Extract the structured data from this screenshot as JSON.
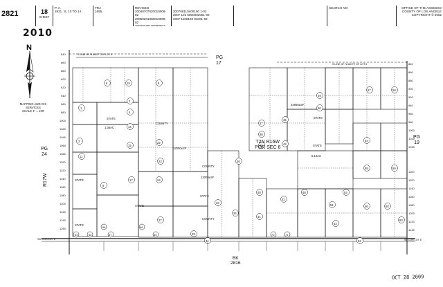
{
  "header": {
    "map_number": "2821",
    "sheet_number": "18",
    "sheet_label": "SHEET",
    "pa_label": "P. A.",
    "pa_value": "2821 : 8, 10 TO 14",
    "tra_label": "TRA",
    "tra_value": "1695",
    "revised_label": "REVISED",
    "revised_codes": [
      "20040707020010006-02",
      "20050201000010005-02",
      "20070328100080001-02"
    ],
    "revision_codes": [
      "200708110400100 1-02",
      "2007 102 6000002001-02",
      "2007 1108100 04001-02"
    ],
    "search_label": "SEARCH NO",
    "office_lines": [
      "OFFICE OF THE ASSESSO",
      "COUNTY OF LOS ANGELE",
      "COPYRIGHT © 2002"
    ]
  },
  "map": {
    "year": "2010",
    "north_label": "N",
    "scale_lines": [
      "MAPPING AND GIS",
      "SERVICES",
      "SCALE 1\" = 100'"
    ],
    "pg_left": [
      "PG",
      "24"
    ],
    "pg_right": [
      "PG",
      "19"
    ],
    "pg_top": [
      "PG",
      "17"
    ],
    "range": "R17W",
    "township": [
      "T2N  R16W",
      "POR SEC 6"
    ],
    "book": [
      "BK",
      "2816"
    ],
    "stamp": "OCT 28 2009",
    "sw_corner": "SW COR LOT 6",
    "se_corner": "SE COR LOT 6",
    "line_label_top_left": "S LINE OF N 600 FT OF LOT 3",
    "line_label_top_right": "S LINE OF N 660 FT OF LOT 5",
    "state_labels": [
      "STATE",
      "STATE",
      "STATE",
      "STATE",
      "STATE",
      "STATE",
      "STATE"
    ],
    "county_labels": [
      "COUNTY",
      "COUNTY",
      "COUNTY"
    ],
    "parcel_numbers": [
      "6",
      "19",
      "1",
      "3",
      "4",
      "15",
      "11",
      "17",
      "22",
      "24",
      "2",
      "23",
      "5",
      "8",
      "14",
      "17",
      "28",
      "16",
      "29",
      "30",
      "27",
      "31",
      "32",
      "36",
      "34",
      "37",
      "38",
      "39",
      "40",
      "41",
      "42",
      "43",
      "45",
      "47",
      "48",
      "49",
      "50",
      "51",
      "52",
      "53",
      "54",
      "55",
      "56",
      "57",
      "58",
      "59",
      "60",
      "62",
      "63",
      "64",
      "65",
      "66",
      "67",
      "68",
      "69",
      "70",
      "71"
    ],
    "elevation_ticks": [
      "840",
      "860",
      "880",
      "900",
      "920",
      "940",
      "960",
      "980",
      "1000",
      "1020",
      "1040",
      "1060",
      "1080",
      "1100",
      "1120",
      "1140",
      "1160",
      "1180",
      "1200",
      "1220",
      "1240",
      "1260",
      "1280",
      "1300"
    ],
    "area_labels": [
      "1.36AC",
      "12000±SF",
      "12000±SF",
      "34950±SF",
      "5.16AC",
      "30",
      ".89AC"
    ]
  }
}
